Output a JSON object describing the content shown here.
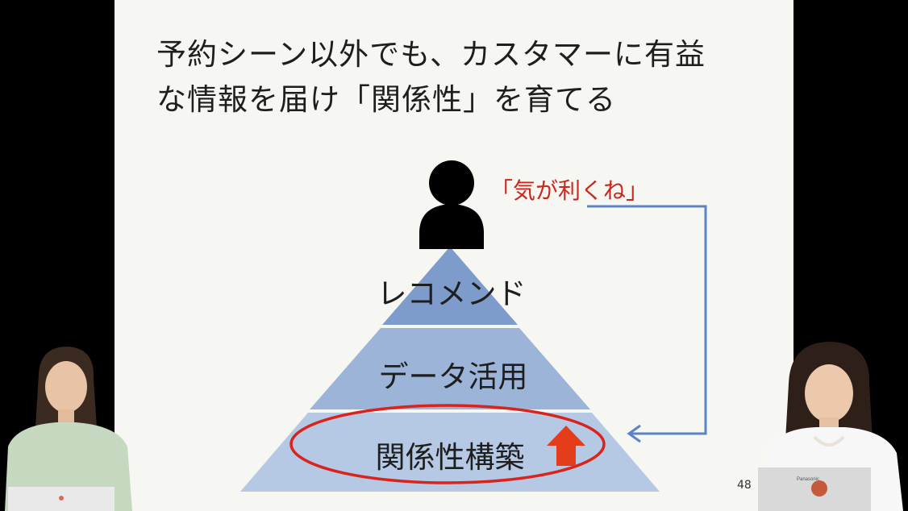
{
  "slide": {
    "title_line1": "予約シーン以外でも、カスタマーに有益",
    "title_line2": "な情報を届け「関係性」を育てる",
    "quote": "「気が利くね」",
    "pyramid": {
      "tiers": [
        {
          "label": "レコメンド"
        },
        {
          "label": "データ活用"
        },
        {
          "label": "関係性構築"
        }
      ]
    },
    "page_number": "48"
  },
  "colors": {
    "tier_top": "#7d9ccc",
    "tier_mid": "#9bb4d8",
    "tier_bottom": "#b5c8e4",
    "highlight_ellipse": "#d8241c",
    "arrow_connector": "#5b84c4",
    "up_arrow": "#e53d1c",
    "quote_text": "#c8281e"
  },
  "presenters": {
    "left": {
      "laptop_brand": ""
    },
    "right": {
      "laptop_brand": "Panasonic"
    }
  }
}
